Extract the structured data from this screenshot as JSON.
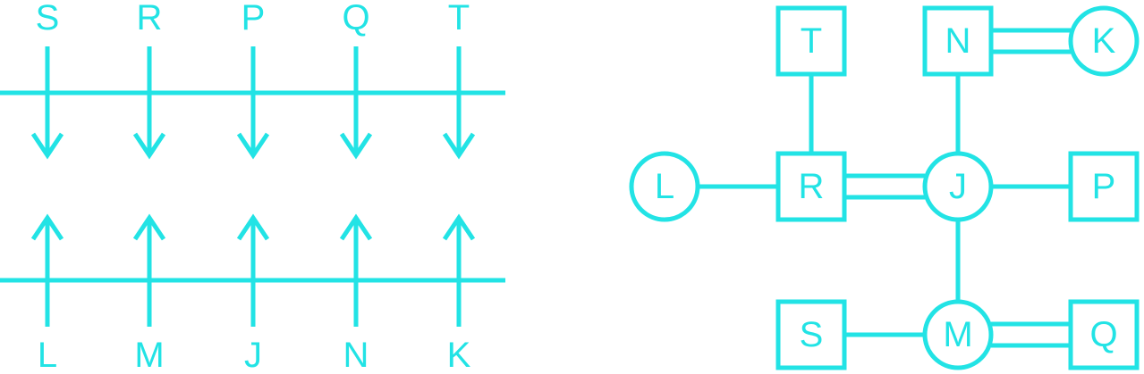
{
  "colors": {
    "line": "#22e3e5",
    "background": "#ffffff"
  },
  "left_panel": {
    "top_labels": [
      "S",
      "R",
      "P",
      "Q",
      "T"
    ],
    "bottom_labels": [
      "L",
      "M",
      "J",
      "N",
      "K"
    ]
  },
  "right_panel": {
    "nodes": [
      {
        "id": "T",
        "label": "T",
        "shape": "square"
      },
      {
        "id": "N",
        "label": "N",
        "shape": "square"
      },
      {
        "id": "K",
        "label": "K",
        "shape": "circle"
      },
      {
        "id": "L",
        "label": "L",
        "shape": "circle"
      },
      {
        "id": "R",
        "label": "R",
        "shape": "square"
      },
      {
        "id": "J",
        "label": "J",
        "shape": "circle"
      },
      {
        "id": "P",
        "label": "P",
        "shape": "square"
      },
      {
        "id": "S",
        "label": "S",
        "shape": "square"
      },
      {
        "id": "M",
        "label": "M",
        "shape": "circle"
      },
      {
        "id": "Q",
        "label": "Q",
        "shape": "square"
      }
    ],
    "edges": [
      {
        "from": "N",
        "to": "K",
        "type": "double"
      },
      {
        "from": "T",
        "to": "R",
        "type": "single"
      },
      {
        "from": "N",
        "to": "J",
        "type": "single"
      },
      {
        "from": "L",
        "to": "R",
        "type": "single"
      },
      {
        "from": "R",
        "to": "J",
        "type": "double"
      },
      {
        "from": "J",
        "to": "P",
        "type": "single"
      },
      {
        "from": "J",
        "to": "M",
        "type": "single"
      },
      {
        "from": "S",
        "to": "M",
        "type": "single"
      },
      {
        "from": "M",
        "to": "Q",
        "type": "double"
      }
    ]
  }
}
